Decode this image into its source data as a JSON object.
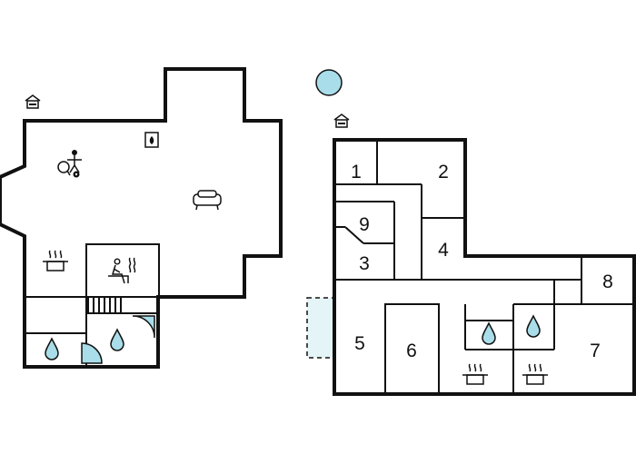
{
  "rooms": [
    {
      "id": "1",
      "label": "1"
    },
    {
      "id": "2",
      "label": "2"
    },
    {
      "id": "3",
      "label": "3"
    },
    {
      "id": "4",
      "label": "4"
    },
    {
      "id": "5",
      "label": "5"
    },
    {
      "id": "6",
      "label": "6"
    },
    {
      "id": "7",
      "label": "7"
    },
    {
      "id": "8",
      "label": "8"
    },
    {
      "id": "9",
      "label": "9"
    }
  ],
  "icons": [
    "house-icon",
    "fireplace-icon",
    "table-tennis-icon",
    "sofa-icon",
    "sauna-icon",
    "cooking-pot-icon",
    "water-drop-icon",
    "shower-icon",
    "sun-icon",
    "terrace-outline"
  ],
  "colors": {
    "wall": "#111111",
    "water": "#a8dde9",
    "background": "#ffffff"
  }
}
